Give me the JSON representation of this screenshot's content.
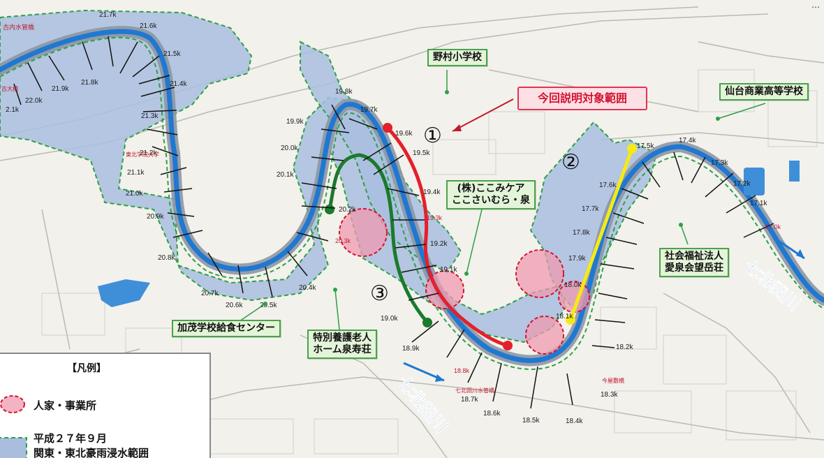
{
  "title": "今回説明対象範囲",
  "page_number": "…",
  "legend": {
    "heading": "【凡例】",
    "residential": "人家・事業所",
    "flood_line1": "平成２７年９月",
    "flood_line2": "関東・東北豪雨浸水範囲"
  },
  "colors": {
    "flood_fill": "#a9bedf",
    "flood_border": "#2ea043",
    "river": "#1f78d1",
    "levee": "#8c96a3",
    "route_red": "#e3202b",
    "route_green": "#1b7a2c",
    "route_yellow": "#f5ea16",
    "residential_fill": "#ef9ab0",
    "residential_border": "#d3142f"
  },
  "section_numbers": [
    "①",
    "②",
    "③"
  ],
  "river_names": [
    "七北田川",
    "七北田川"
  ],
  "facilities": [
    {
      "id": "nomura",
      "name": "野村小学校"
    },
    {
      "id": "sendai-shogyo",
      "name": "仙台商業高等学校"
    },
    {
      "id": "kokomi",
      "name": "(株)ここみケア\nここさいむら・泉"
    },
    {
      "id": "aisenkai",
      "name": "社会福祉法人\n愛泉会望岳荘"
    },
    {
      "id": "kamo-kyushoku",
      "name": "加茂学校給食センター"
    },
    {
      "id": "izumiju",
      "name": "特別養護老人\nホーム泉寿荘"
    }
  ],
  "small_labels": {
    "kouchi": "古内水管橋",
    "tohoku_gakuin": "東北学院大学",
    "ohashi": "古大橋",
    "bottom_bridge": "七北田川水管橋",
    "right_bridge": "今屋敷橋"
  },
  "distance_posts": [
    "21.7k",
    "21.6k",
    "21.5k",
    "21.4k",
    "21.3k",
    "21.2k",
    "21.1k",
    "21.0k",
    "20.9k",
    "20.8k",
    "22.0k",
    "21.9k",
    "21.8k",
    "2.1k",
    "20.7k",
    "20.6k",
    "20.5k",
    "20.4k",
    "20.3k",
    "20.2k",
    "20.1k",
    "20.0k",
    "19.9k",
    "19.8k",
    "19.7k",
    "19.6k",
    "19.5k",
    "19.4k",
    "19.3k",
    "19.2k",
    "19.1k",
    "19.0k",
    "18.9k",
    "18.8k",
    "18.7k",
    "18.6k",
    "18.5k",
    "18.4k",
    "18.3k",
    "18.2k",
    "18.1k",
    "18.0k",
    "17.9k",
    "17.8k",
    "17.7k",
    "17.6k",
    "17.5k",
    "17.4k",
    "17.3k",
    "17.2k",
    "17.1k",
    "17.0k"
  ]
}
